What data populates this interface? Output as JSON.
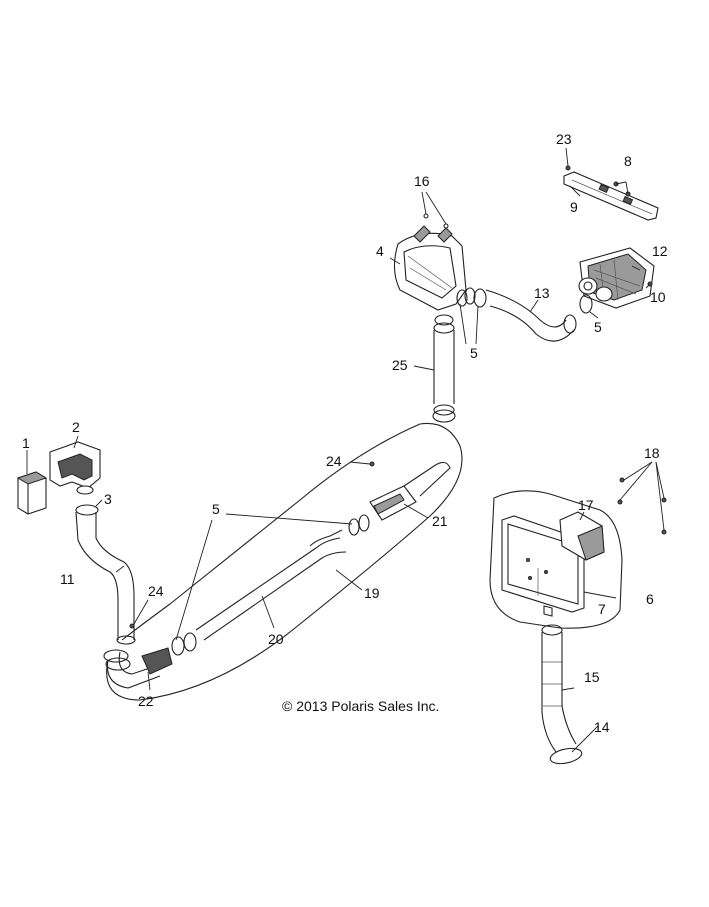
{
  "copyright": "© 2013 Polaris Sales Inc.",
  "callouts": {
    "c1": "1",
    "c2": "2",
    "c3": "3",
    "c4": "4",
    "c5a": "5",
    "c5b": "5",
    "c5c": "5",
    "c6": "6",
    "c7": "7",
    "c8": "8",
    "c9": "9",
    "c10": "10",
    "c11": "11",
    "c12": "12",
    "c13": "13",
    "c14": "14",
    "c15": "15",
    "c16": "16",
    "c17": "17",
    "c18": "18",
    "c19": "19",
    "c20": "20",
    "c21": "21",
    "c22": "22",
    "c23": "23",
    "c24a": "24",
    "c24b": "24",
    "c25": "25"
  }
}
